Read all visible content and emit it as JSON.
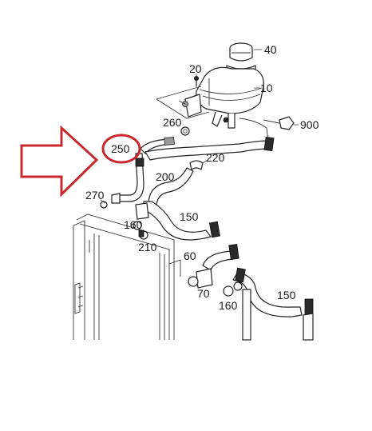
{
  "labels": {
    "p40": "40",
    "p20": "20",
    "p10": "10",
    "p260": "260",
    "p900": "900",
    "p250": "250",
    "p220": "220",
    "p200": "200",
    "p270": "270",
    "p150a": "150",
    "p160a": "160",
    "p210": "210",
    "p60": "60",
    "p70": "70",
    "p160b": "160",
    "p150b": "150"
  },
  "colors": {
    "arrow": "#c8282e",
    "highlight_circle": "#c8282e",
    "line_art": "#222222",
    "background": "#ffffff"
  },
  "highlighted_part": "250"
}
